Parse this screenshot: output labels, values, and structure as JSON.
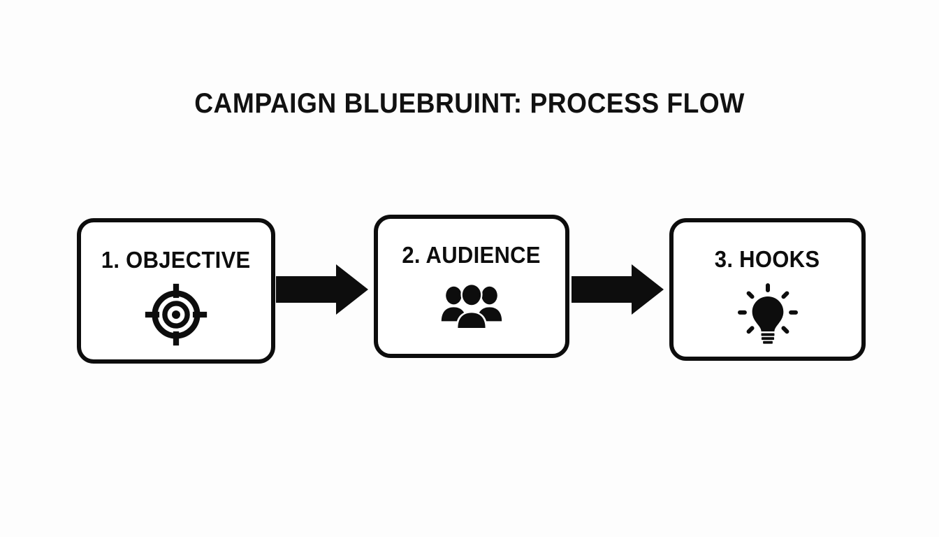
{
  "page": {
    "background_color": "#fdfdfd",
    "ink_color": "#0d0d0d",
    "node_fill_color": "#ffffff"
  },
  "title": "CAMPAIGN BLUEBRUINT: PROCESS FLOW",
  "diagram": {
    "type": "process-flow",
    "orientation": "horizontal",
    "step_count": 3,
    "steps": [
      {
        "index": "1",
        "label": "1. OBJECTIVE",
        "icon": "target-crosshair-icon"
      },
      {
        "index": "2",
        "label": "2. AUDIENCE",
        "icon": "people-group-icon"
      },
      {
        "index": "3",
        "label": "3. HOOKS",
        "icon": "lightbulb-icon"
      }
    ],
    "connectors": [
      {
        "from": "1. OBJECTIVE",
        "to": "2. AUDIENCE",
        "icon": "arrow-right-icon"
      },
      {
        "from": "2. AUDIENCE",
        "to": "3. HOOKS",
        "icon": "arrow-right-icon"
      }
    ]
  }
}
